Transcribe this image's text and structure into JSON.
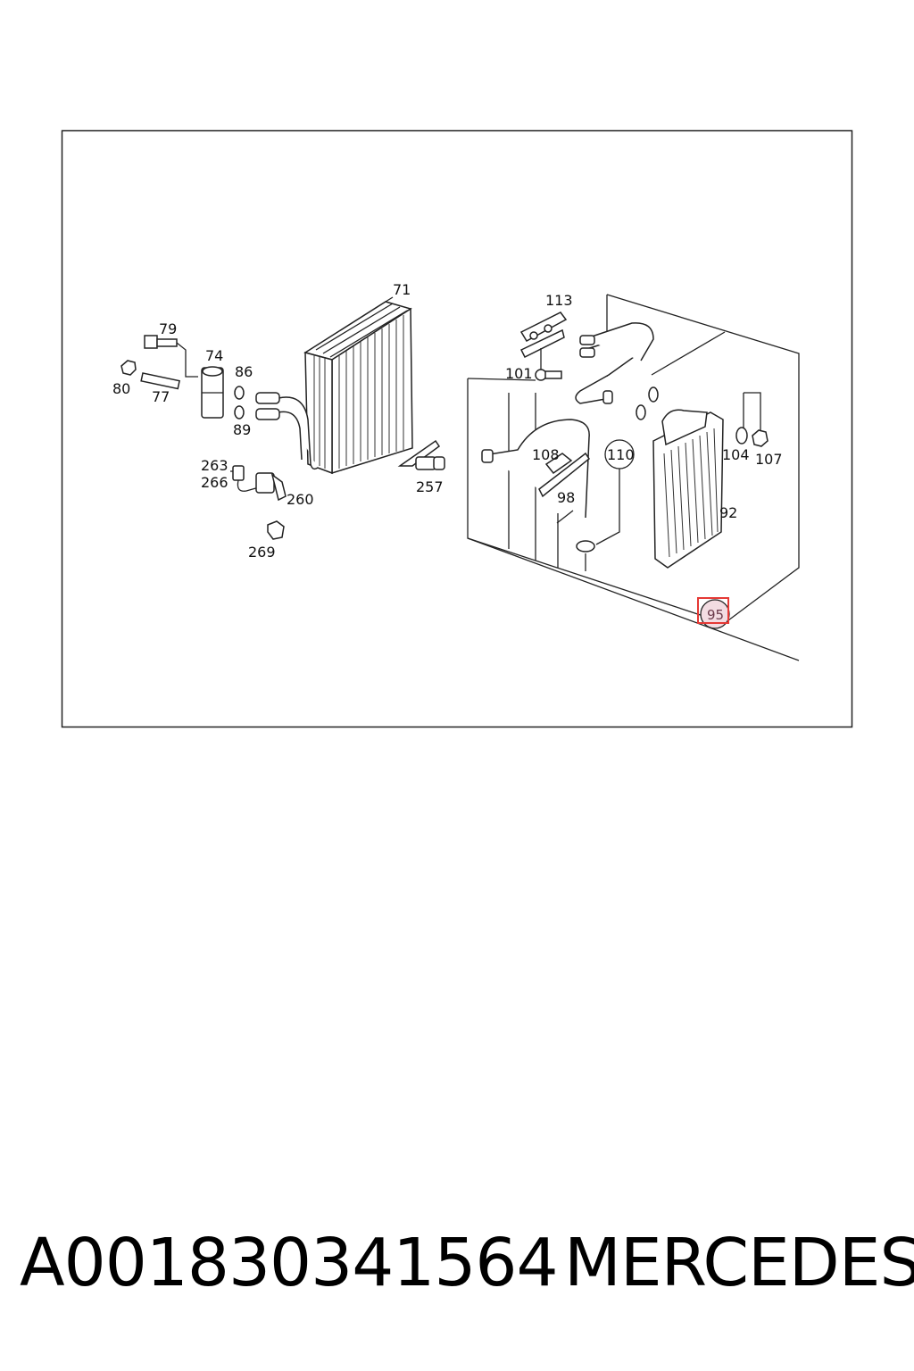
{
  "diagram": {
    "callouts": {
      "c71": "71",
      "c79": "79",
      "c74": "74",
      "c80": "80",
      "c77": "77",
      "c86": "86",
      "c89": "89",
      "c263": "263",
      "c266": "266",
      "c260": "260",
      "c269": "269",
      "c257": "257",
      "c113": "113",
      "c101": "101",
      "c108": "108",
      "c98": "98",
      "c110": "110",
      "c104": "104",
      "c107": "107",
      "c92": "92",
      "c95": "95"
    },
    "highlighted_callout": "95",
    "highlight_color": "#e53935"
  },
  "footer": {
    "part_number": "A001830341564",
    "brand": "MERCEDES"
  }
}
